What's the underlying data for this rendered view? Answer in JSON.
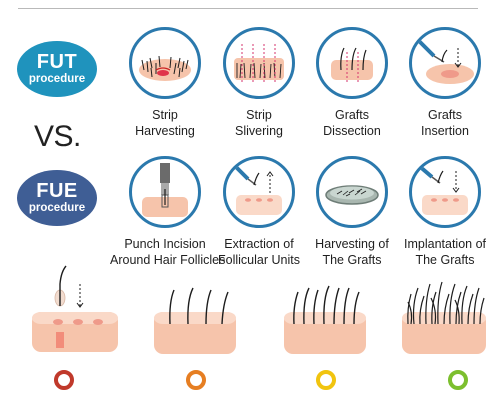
{
  "fut": {
    "title": "FUT",
    "subtitle": "procedure",
    "color": "#1f93bd"
  },
  "fue": {
    "title": "FUE",
    "subtitle": "procedure",
    "color": "#3f5e95"
  },
  "vs_text": "VS.",
  "fut_steps": [
    {
      "line1": "Strip",
      "line2": "Harvesting"
    },
    {
      "line1": "Strip",
      "line2": "Slivering"
    },
    {
      "line1": "Grafts",
      "line2": "Dissection"
    },
    {
      "line1": "Grafts",
      "line2": "Insertion"
    }
  ],
  "fue_steps": [
    {
      "line1": "Punch Incision",
      "line2": "Around Hair Follicles"
    },
    {
      "line1": "Extraction of",
      "line2": "Follicular Units"
    },
    {
      "line1": "Harvesting of",
      "line2": "The Grafts"
    },
    {
      "line1": "Implantation of",
      "line2": "The Grafts"
    }
  ],
  "colors": {
    "circle_border": "#2b79ad",
    "skin": "#f6c4ab",
    "skin_top": "#fad9c8",
    "hair": "#1d1d1d",
    "timeline": [
      "#c0392b",
      "#e67e22",
      "#f1c40f",
      "#7cbf2e"
    ]
  }
}
